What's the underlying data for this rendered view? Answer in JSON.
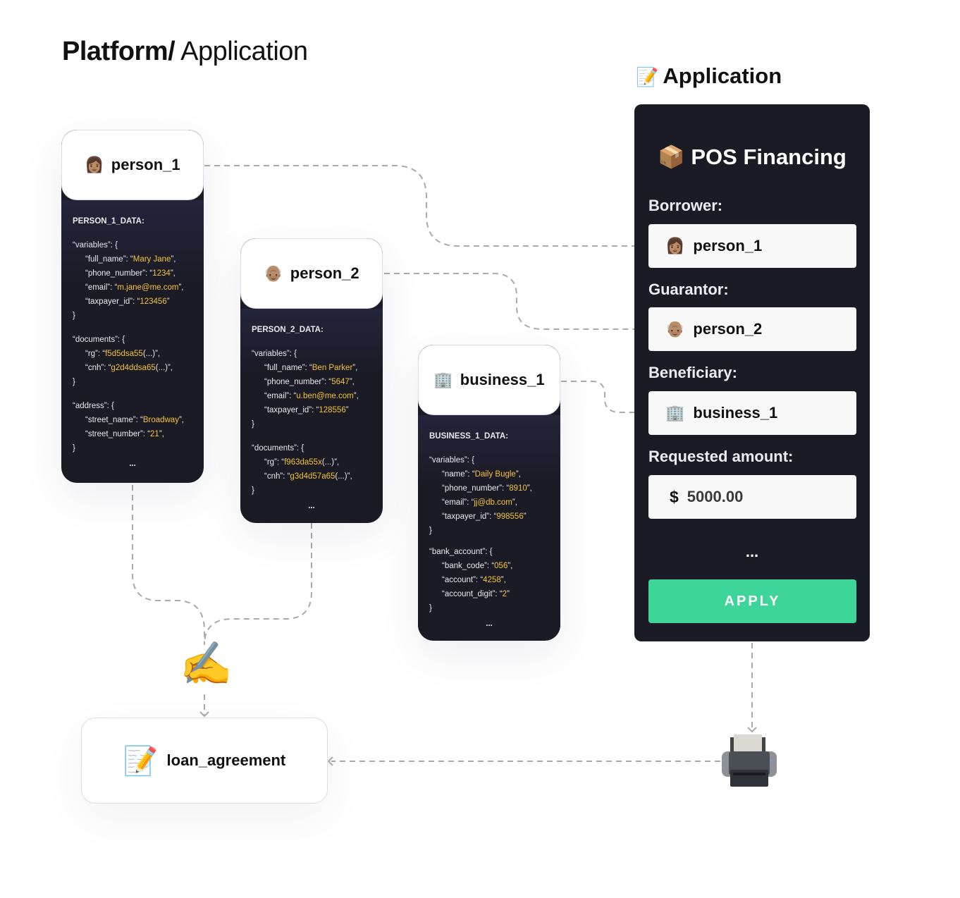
{
  "page_title": {
    "bold": "Platform/",
    "light": " Application"
  },
  "nodes": {
    "person_1": {
      "icon": "👩🏽",
      "name": "person_1",
      "section": "PERSON_1_DATA:",
      "variables_key": "“variables”: {",
      "variables": [
        {
          "k": "“full_name”: “",
          "v": "Mary Jane",
          "e": "”,"
        },
        {
          "k": "“phone_number”: “",
          "v": "1234",
          "e": "”,"
        },
        {
          "k": "“email”: “",
          "v": "m.jane@me.com",
          "e": "”,"
        },
        {
          "k": "“taxpayer_id”: “",
          "v": "123456",
          "e": "”"
        }
      ],
      "documents_key": "“documents”: {",
      "documents": [
        {
          "k": "“rg”: “",
          "v": "f5d5dsa55",
          "e": "(...)”,"
        },
        {
          "k": "“cnh”: “",
          "v": "g2d4ddsa65",
          "e": "(...)”,"
        }
      ],
      "address_key": "“address”: {",
      "address": [
        {
          "k": "“street_name”: “",
          "v": "Broadway",
          "e": "”,"
        },
        {
          "k": "“street_number”: “",
          "v": "21",
          "e": "”,"
        }
      ],
      "close": "}",
      "more": "..."
    },
    "person_2": {
      "icon": "👴🏽",
      "name": "person_2",
      "section": "PERSON_2_DATA:",
      "variables_key": "“variables”: {",
      "variables": [
        {
          "k": "“full_name”: “",
          "v": "Ben Parker",
          "e": "”,"
        },
        {
          "k": "“phone_number”: “",
          "v": "5647",
          "e": "”,"
        },
        {
          "k": "“email”: “",
          "v": "u.ben@me.com",
          "e": "”,"
        },
        {
          "k": "“taxpayer_id”: “",
          "v": "128556",
          "e": "”"
        }
      ],
      "documents_key": "“documents”: {",
      "documents": [
        {
          "k": "“rg”: “",
          "v": "f963da55x",
          "e": "(...)”,"
        },
        {
          "k": "“cnh”: “",
          "v": "g3d4d57a65",
          "e": "(...)”,"
        }
      ],
      "close": "}",
      "more": "..."
    },
    "business_1": {
      "icon": "🏢",
      "name": "business_1",
      "section": "BUSINESS_1_DATA:",
      "variables_key": "“variables”: {",
      "variables": [
        {
          "k": "“name”: “",
          "v": "Daily Bugle",
          "e": "”,"
        },
        {
          "k": "“phone_number”: “",
          "v": "8910",
          "e": "”,"
        },
        {
          "k": "“email”: “",
          "v": "jj@db.com",
          "e": "”,"
        },
        {
          "k": "“taxpayer_id”: “",
          "v": "998556",
          "e": "”"
        }
      ],
      "bank_key": "“bank_account”: {",
      "bank": [
        {
          "k": "“bank_code”: “",
          "v": "056",
          "e": "”,"
        },
        {
          "k": "“account”: “",
          "v": "4258",
          "e": "”,"
        },
        {
          "k": "“account_digit”: “",
          "v": "2",
          "e": "”"
        }
      ],
      "close": "}",
      "more": "..."
    }
  },
  "application": {
    "heading_icon": "📝",
    "heading": "Application",
    "panel_icon": "📦",
    "panel_title": "POS Financing",
    "borrower_label": "Borrower:",
    "borrower_icon": "👩🏽",
    "borrower_value": "person_1",
    "guarantor_label": "Guarantor:",
    "guarantor_icon": "👴🏽",
    "guarantor_value": "person_2",
    "beneficiary_label": "Beneficiary:",
    "beneficiary_icon": "🏢",
    "beneficiary_value": "business_1",
    "amount_label": "Requested amount:",
    "currency": "$",
    "amount_value": "5000.00",
    "more": "...",
    "apply_label": "APPLY"
  },
  "signature_icon": "✍️",
  "loan_agreement": {
    "icon": "📝",
    "label": "loan_agreement"
  },
  "colors": {
    "panel": "#1b1b26",
    "accent_green": "#3ed598",
    "value_yellow": "#f2c233",
    "connector": "#aaaaaa"
  }
}
